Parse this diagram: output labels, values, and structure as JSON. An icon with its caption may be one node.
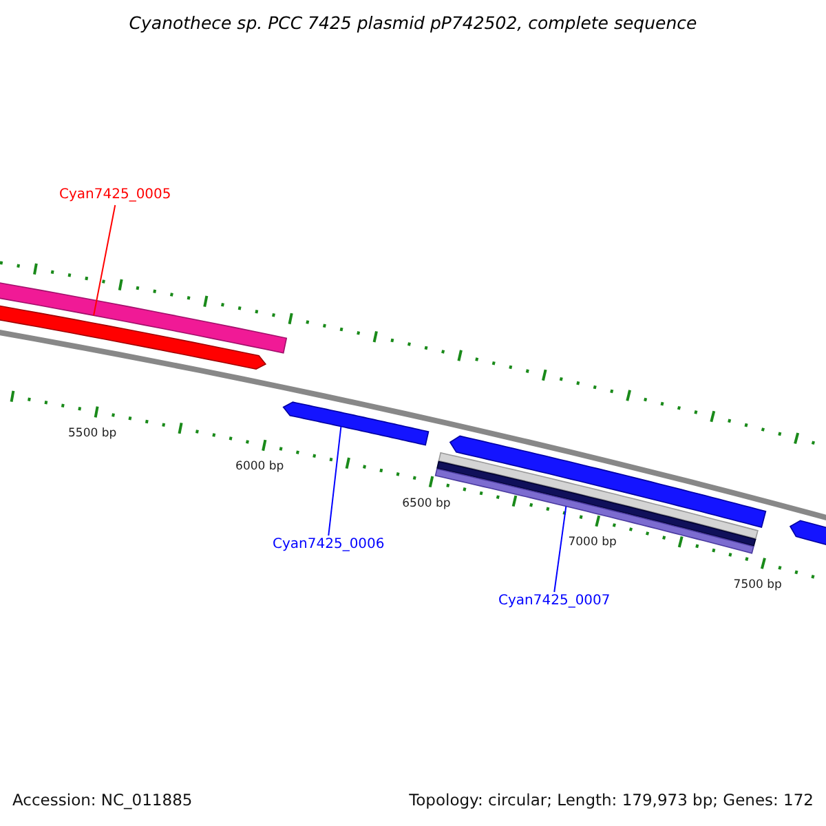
{
  "diagram": {
    "title": "Cyanothece sp. PCC 7425 plasmid pP742502, complete sequence",
    "nodes": [
      {
        "text": [
          "Cyan7425_0005"
        ]
      },
      {
        "text": [],
        "shape": "bar"
      },
      {
        "text": [],
        "shape": "arrow"
      },
      {
        "text": [],
        "shape": "arrow"
      },
      {
        "text": [],
        "shape": "arrow"
      },
      {
        "text": [],
        "shape": "bar"
      },
      {
        "text": [],
        "shape": "bar"
      },
      {
        "text": [],
        "shape": "bar"
      },
      {
        "text": [],
        "shape": "arrow"
      },
      {
        "text": [
          "Cyan7425_0006"
        ]
      },
      {
        "text": [
          "Cyan7425_0007"
        ]
      }
    ],
    "edges": [
      {
        "from": 0,
        "to": 1,
        "arrow": "none",
        "color": "#ff0000"
      },
      {
        "from": 9,
        "to": 3,
        "arrow": "none"
      },
      {
        "from": 10,
        "to": 7,
        "arrow": "none"
      }
    ],
    "labels": [
      "5500 bp",
      "6000 bp",
      "6500 bp",
      "7000 bp",
      "7500 bp",
      "Accession: NC_011885",
      "Topology: circular; Length: 179,973 bp; Genes: 172"
    ]
  }
}
